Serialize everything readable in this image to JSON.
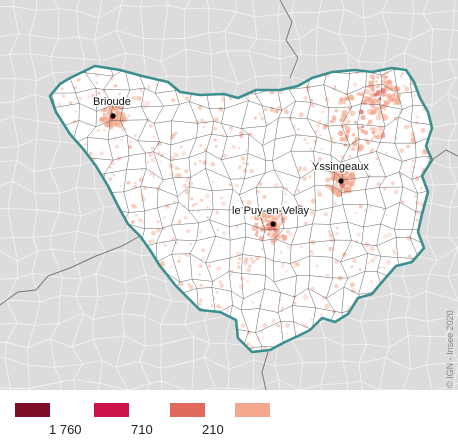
{
  "map": {
    "cities": [
      {
        "name": "Brioude",
        "lon": 3.384,
        "lat": 45.294
      },
      {
        "name": "Yssingeaux",
        "lon": 4.124,
        "lat": 45.143
      },
      {
        "name": "le Puy-en-Velay",
        "lon": 3.885,
        "lat": 45.043
      }
    ],
    "colors": {
      "background": "#dcdcdc",
      "department_fill": "#ffffff",
      "department_border": "#3d8f8f",
      "commune_border": "#555555",
      "outer_commune_border": "#f4f4f4",
      "neighbour_border": "#7a7a7a"
    }
  },
  "legend": {
    "items": [
      {
        "value": "1 760",
        "color": "#7d0c26"
      },
      {
        "value": "710",
        "color": "#cc1449"
      },
      {
        "value": "210",
        "color": "#e0695e"
      },
      {
        "value": "",
        "color": "#f4a88e"
      }
    ]
  },
  "copyright": "© IGN - Insee 2020"
}
